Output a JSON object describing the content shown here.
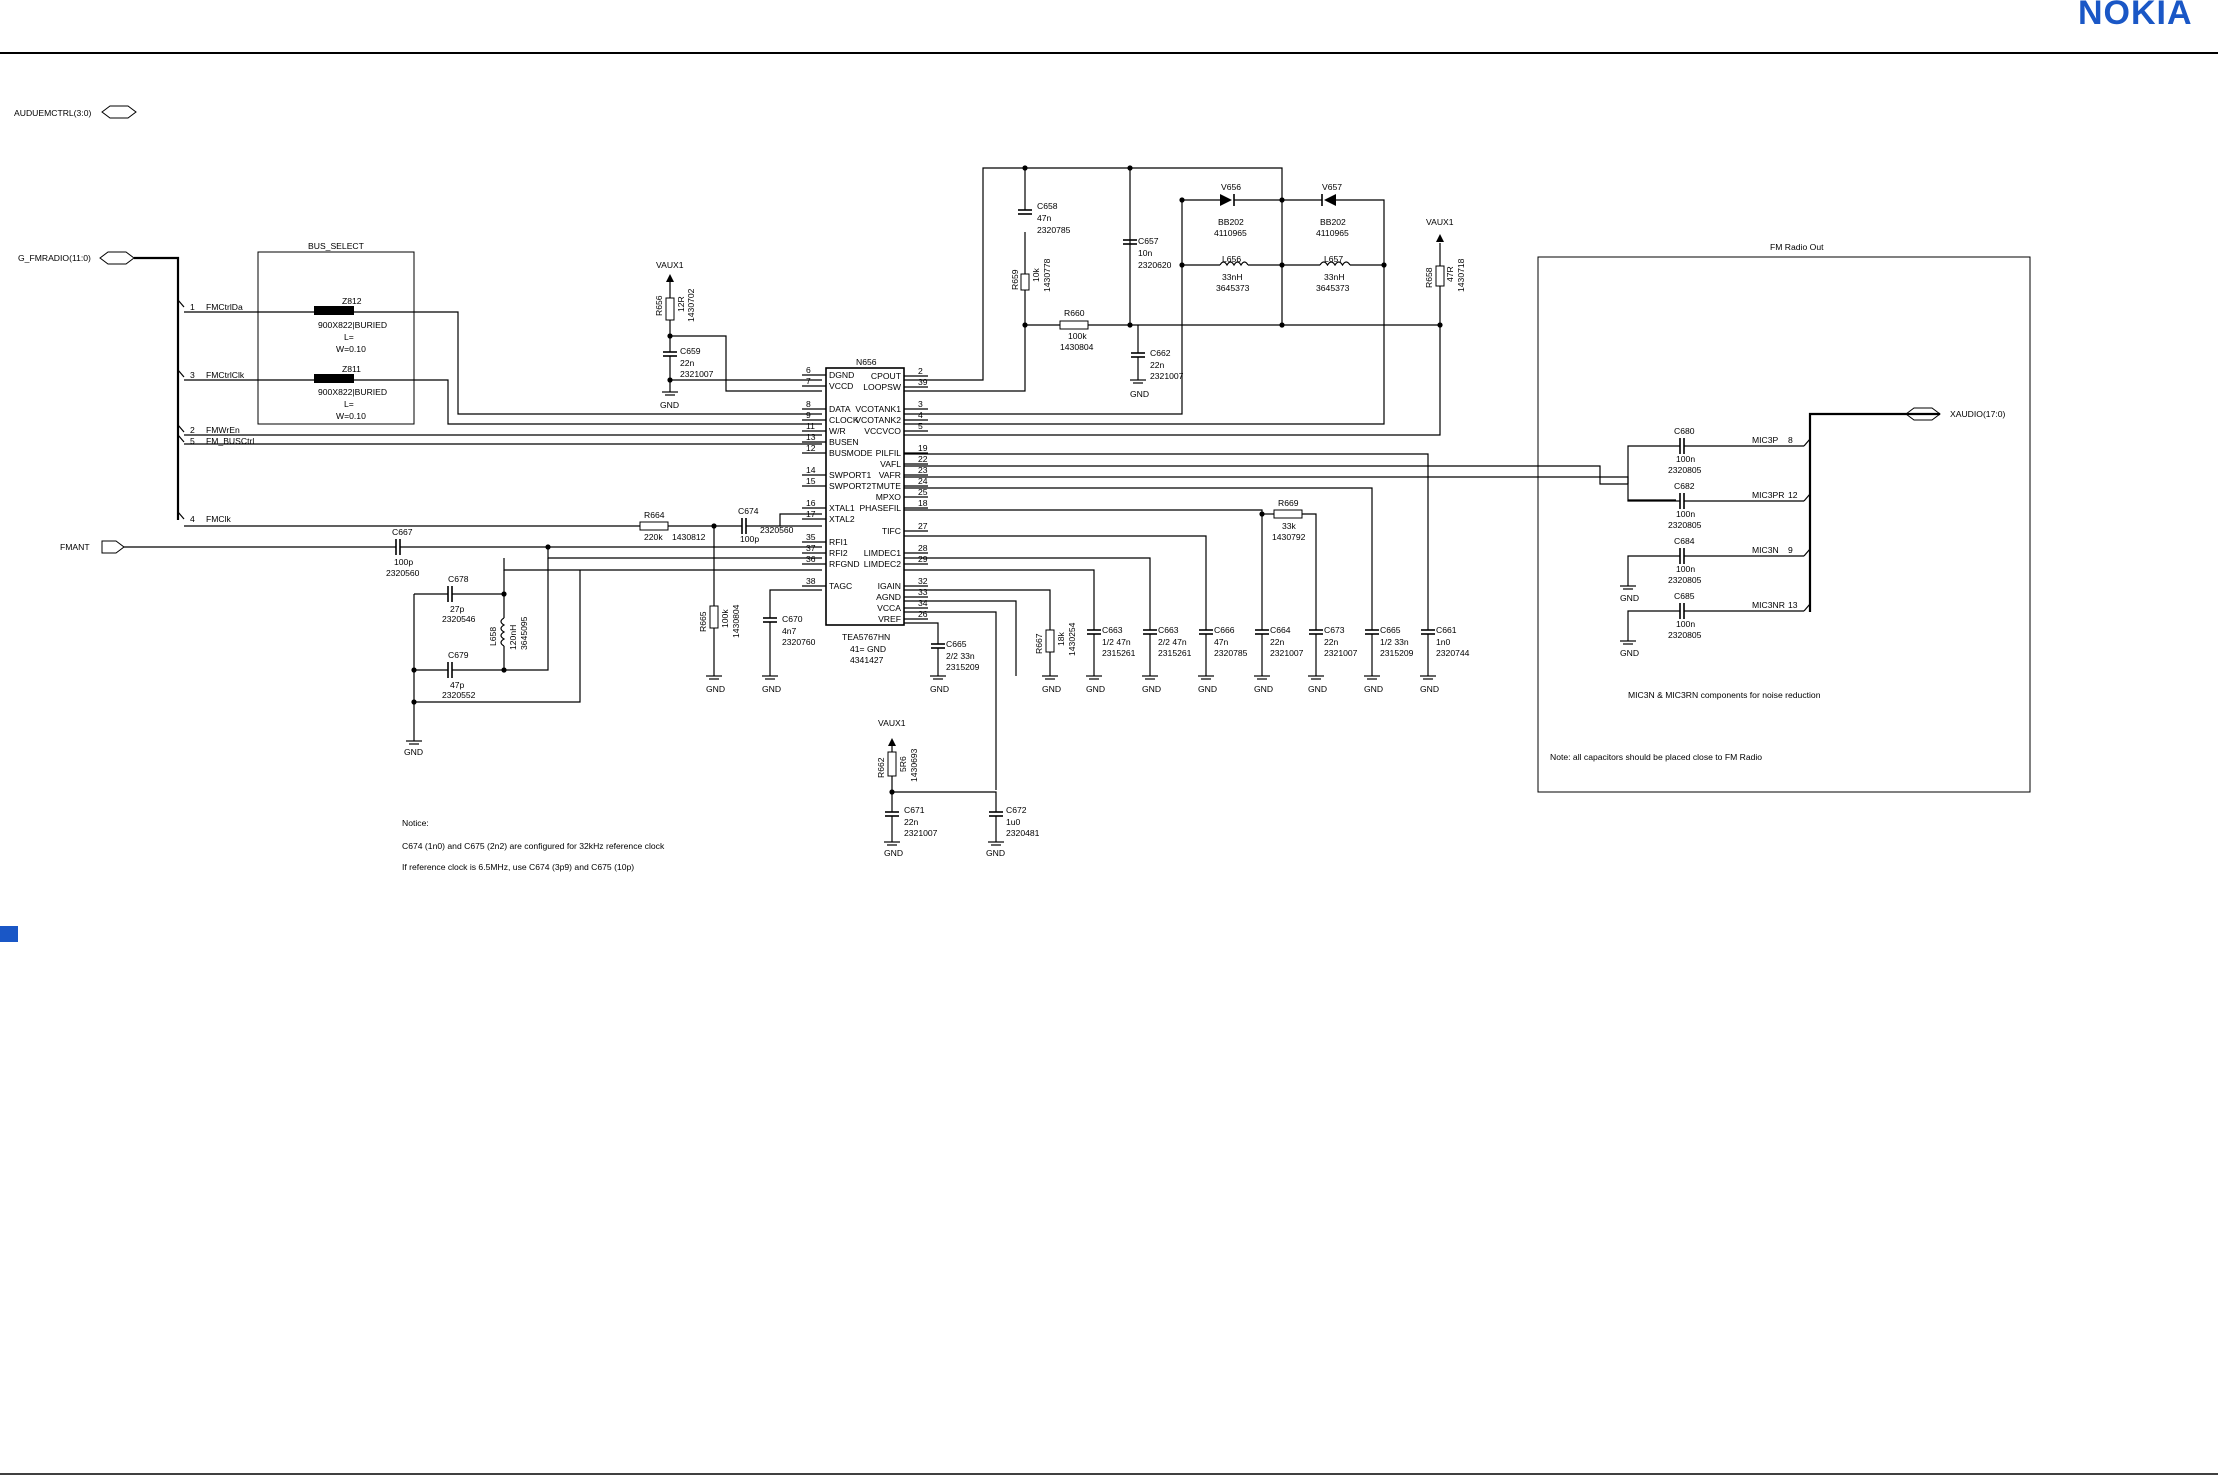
{
  "brand": {
    "logo_text": "NOKIA",
    "color": "#1a57c6"
  },
  "ports": {
    "audio_ctrl": "AUDUEMCTRL(3:0)",
    "fm_radio_bus": "G_FMRADIO(11:0)",
    "antenna": "FMANT",
    "xaudio": "XAUDIO(17:0)"
  },
  "bus_select": {
    "title": "BUS_SELECT",
    "z812": {
      "ref": "Z812",
      "part": "900X822|BURIED",
      "l": "L=",
      "w": "W=0.10"
    },
    "z811": {
      "ref": "Z811",
      "part": "900X822|BURIED",
      "l": "L=",
      "w": "W=0.10"
    }
  },
  "bus_lines": [
    {
      "num": "1",
      "name": "FMCtrlDa"
    },
    {
      "num": "3",
      "name": "FMCtrlClk"
    },
    {
      "num": "2",
      "name": "FMWrEn"
    },
    {
      "num": "5",
      "name": "FM_BUSCtrl"
    },
    {
      "num": "4",
      "name": "FMClk"
    }
  ],
  "ic": {
    "ref": "N656",
    "part": "TEA5767HN",
    "gnd": "41= GND",
    "code": "4341427",
    "left_pins": [
      {
        "num": "6",
        "name": "DGND"
      },
      {
        "num": "7",
        "name": "VCCD"
      },
      {
        "num": "8",
        "name": "DATA"
      },
      {
        "num": "9",
        "name": "CLOCK"
      },
      {
        "num": "11",
        "name": "W/R"
      },
      {
        "num": "13",
        "name": "BUSEN"
      },
      {
        "num": "12",
        "name": "BUSMODE"
      },
      {
        "num": "14",
        "name": "SWPORT1"
      },
      {
        "num": "15",
        "name": "SWPORT2"
      },
      {
        "num": "16",
        "name": "XTAL1"
      },
      {
        "num": "17",
        "name": "XTAL2"
      },
      {
        "num": "35",
        "name": "RFI1"
      },
      {
        "num": "37",
        "name": "RFI2"
      },
      {
        "num": "36",
        "name": "RFGND"
      },
      {
        "num": "38",
        "name": "TAGC"
      }
    ],
    "right_pins": [
      {
        "num": "2",
        "name": "CPOUT"
      },
      {
        "num": "39",
        "name": "LOOPSW"
      },
      {
        "num": "3",
        "name": "VCOTANK1"
      },
      {
        "num": "4",
        "name": "VCOTANK2"
      },
      {
        "num": "5",
        "name": "VCCVCO"
      },
      {
        "num": "19",
        "name": "PILFIL"
      },
      {
        "num": "22",
        "name": "VAFL"
      },
      {
        "num": "23",
        "name": "VAFR"
      },
      {
        "num": "24",
        "name": "TMUTE"
      },
      {
        "num": "25",
        "name": "MPXO"
      },
      {
        "num": "18",
        "name": "PHASEFIL"
      },
      {
        "num": "27",
        "name": "TIFC"
      },
      {
        "num": "28",
        "name": "LIMDEC1"
      },
      {
        "num": "29",
        "name": "LIMDEC2"
      },
      {
        "num": "32",
        "name": "IGAIN"
      },
      {
        "num": "33",
        "name": "AGND"
      },
      {
        "num": "34",
        "name": "VCCA"
      },
      {
        "num": "26",
        "name": "VREF"
      }
    ]
  },
  "parts": {
    "c658": [
      "C658",
      "47n",
      "2320785"
    ],
    "r659": [
      "R659",
      "10k",
      "1430778"
    ],
    "c657": [
      "C657",
      "10n",
      "2320620"
    ],
    "v656": [
      "V656",
      "BB202",
      "4110965"
    ],
    "v657": [
      "V657",
      "BB202",
      "4110965"
    ],
    "l656": [
      "L656",
      "33nH",
      "3645373"
    ],
    "l657": [
      "L657",
      "33nH",
      "3645373"
    ],
    "r660": [
      "R660",
      "100k",
      "1430804"
    ],
    "c662": [
      "C662",
      "22n",
      "2321007"
    ],
    "r658": [
      "R658",
      "47R",
      "1430718"
    ],
    "r656": [
      "R656",
      "12R",
      "1430702"
    ],
    "c659": [
      "C659",
      "22n",
      "2321007"
    ],
    "r664": [
      "R664",
      "220k",
      "1430812"
    ],
    "c674": [
      "C674",
      "100p",
      "2320560"
    ],
    "c667": [
      "C667",
      "100p",
      "2320560"
    ],
    "c678": [
      "C678",
      "27p",
      "2320546"
    ],
    "l658": [
      "L658",
      "120nH",
      "3645095"
    ],
    "c679": [
      "C679",
      "47p",
      "2320552"
    ],
    "r665": [
      "R665",
      "100k",
      "1430804"
    ],
    "c670": [
      "C670",
      "4n7",
      "2320760"
    ],
    "c665a": [
      "C665",
      "2/2 33n",
      "2315209"
    ],
    "r667": [
      "R667",
      "18k",
      "1430254"
    ],
    "c663a": [
      "C663",
      "1/2 47n",
      "2315261"
    ],
    "c663b": [
      "C663",
      "2/2 47n",
      "2315261"
    ],
    "c666": [
      "C666",
      "47n",
      "2320785"
    ],
    "c664": [
      "C664",
      "22n",
      "2321007"
    ],
    "r669": [
      "R669",
      "33k",
      "1430792"
    ],
    "c673": [
      "C673",
      "22n",
      "2321007"
    ],
    "c665b": [
      "C665",
      "1/2 33n",
      "2315209"
    ],
    "c661": [
      "C661",
      "1n0",
      "2320744"
    ],
    "r662": [
      "R662",
      "5R6",
      "1430693"
    ],
    "c671": [
      "C671",
      "22n",
      "2321007"
    ],
    "c672": [
      "C672",
      "1u0",
      "2320481"
    ]
  },
  "labels": {
    "vaux1": "VAUX1",
    "gnd": "GND"
  },
  "fm_out": {
    "title": "FM Radio Out",
    "caps": [
      {
        "ref": "C680",
        "value": "100n",
        "code": "2320805",
        "net": "MIC3P",
        "pin": "8"
      },
      {
        "ref": "C682",
        "value": "100n",
        "code": "2320805",
        "net": "MIC3PR",
        "pin": "12"
      },
      {
        "ref": "C684",
        "value": "100n",
        "code": "2320805",
        "net": "MIC3N",
        "pin": "9"
      },
      {
        "ref": "C685",
        "value": "100n",
        "code": "2320805",
        "net": "MIC3NR",
        "pin": "13"
      }
    ],
    "note1": "MIC3N & MIC3RN components for noise reduction",
    "note2": "Note: all capacitors should be placed close to FM Radio"
  },
  "notice": {
    "title": "Notice:",
    "line1": "C674 (1n0) and C675 (2n2) are configured for 32kHz reference clock",
    "line2": "If reference clock is 6.5MHz, use C674 (3p9) and C675 (10p)"
  }
}
